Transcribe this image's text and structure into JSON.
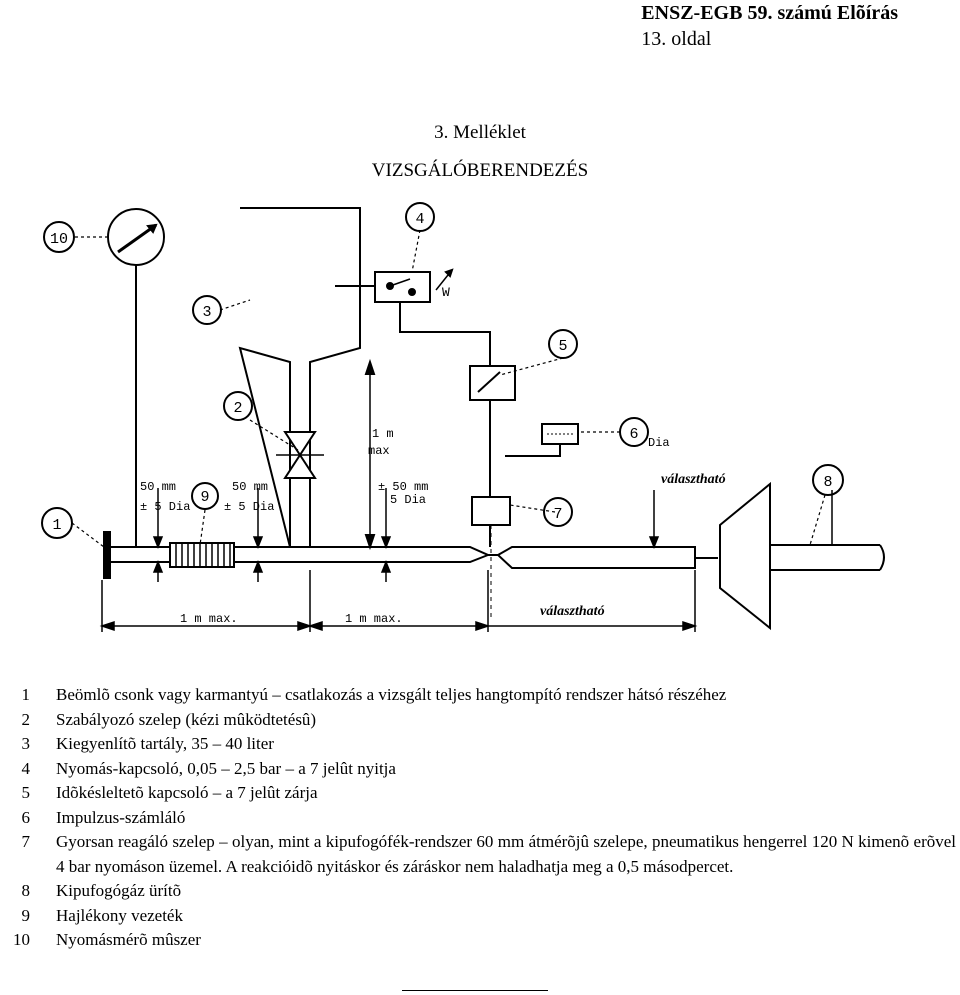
{
  "header": {
    "title": "ENSZ-EGB 59. számú Elõírás",
    "page": "13. oldal"
  },
  "annex": {
    "title": "3. Melléklet",
    "subtitle": "VIZSGÁLÓBERENDEZÉS"
  },
  "diagram": {
    "callouts": [
      "1",
      "2",
      "3",
      "4",
      "5",
      "6",
      "7",
      "8",
      "9",
      "10"
    ],
    "labels": {
      "height_max": "1 m",
      "height_max2": "max",
      "dim_left_a": "50 mm",
      "dim_left_b": "± 5 Dia",
      "dim_mid_a": "50 mm",
      "dim_mid_b": "± 5 Dia",
      "dim_right_a": "± 50 mm",
      "dim_right_b": "5 Dia",
      "dia6": "Dia",
      "optional_top": "választható",
      "optional_bottom": "választható",
      "len1": "1 m max.",
      "len2": "1 m max.",
      "switch_mark": "W"
    }
  },
  "legend": [
    {
      "n": "1",
      "text": "Beömlõ csonk vagy karmantyú – csatlakozás a vizsgált teljes hangtompító rendszer hátsó részéhez"
    },
    {
      "n": "2",
      "text": "Szabályozó szelep (kézi mûködtetésû)"
    },
    {
      "n": "3",
      "text": "Kiegyenlítõ tartály, 35 – 40 liter"
    },
    {
      "n": "4",
      "text": "Nyomás-kapcsoló, 0,05 – 2,5 bar – a 7 jelût nyitja"
    },
    {
      "n": "5",
      "text": "Idõkésleltetõ kapcsoló – a 7 jelût zárja"
    },
    {
      "n": "6",
      "text": "Impulzus-számláló"
    },
    {
      "n": "7",
      "text": "Gyorsan reagáló szelep – olyan, mint a kipufogófék-rendszer 60 mm átmérõjû szelepe, pneumatikus hengerrel 120 N kimenõ erõvel 4 bar nyomáson üzemel. A reakcióidõ nyitáskor és záráskor nem haladhatja meg a 0,5 másodpercet."
    },
    {
      "n": "8",
      "text": "Kipufogógáz ürítõ"
    },
    {
      "n": "9",
      "text": "Hajlékony vezeték"
    },
    {
      "n": "10",
      "text": "Nyomásmérõ mûszer"
    }
  ]
}
